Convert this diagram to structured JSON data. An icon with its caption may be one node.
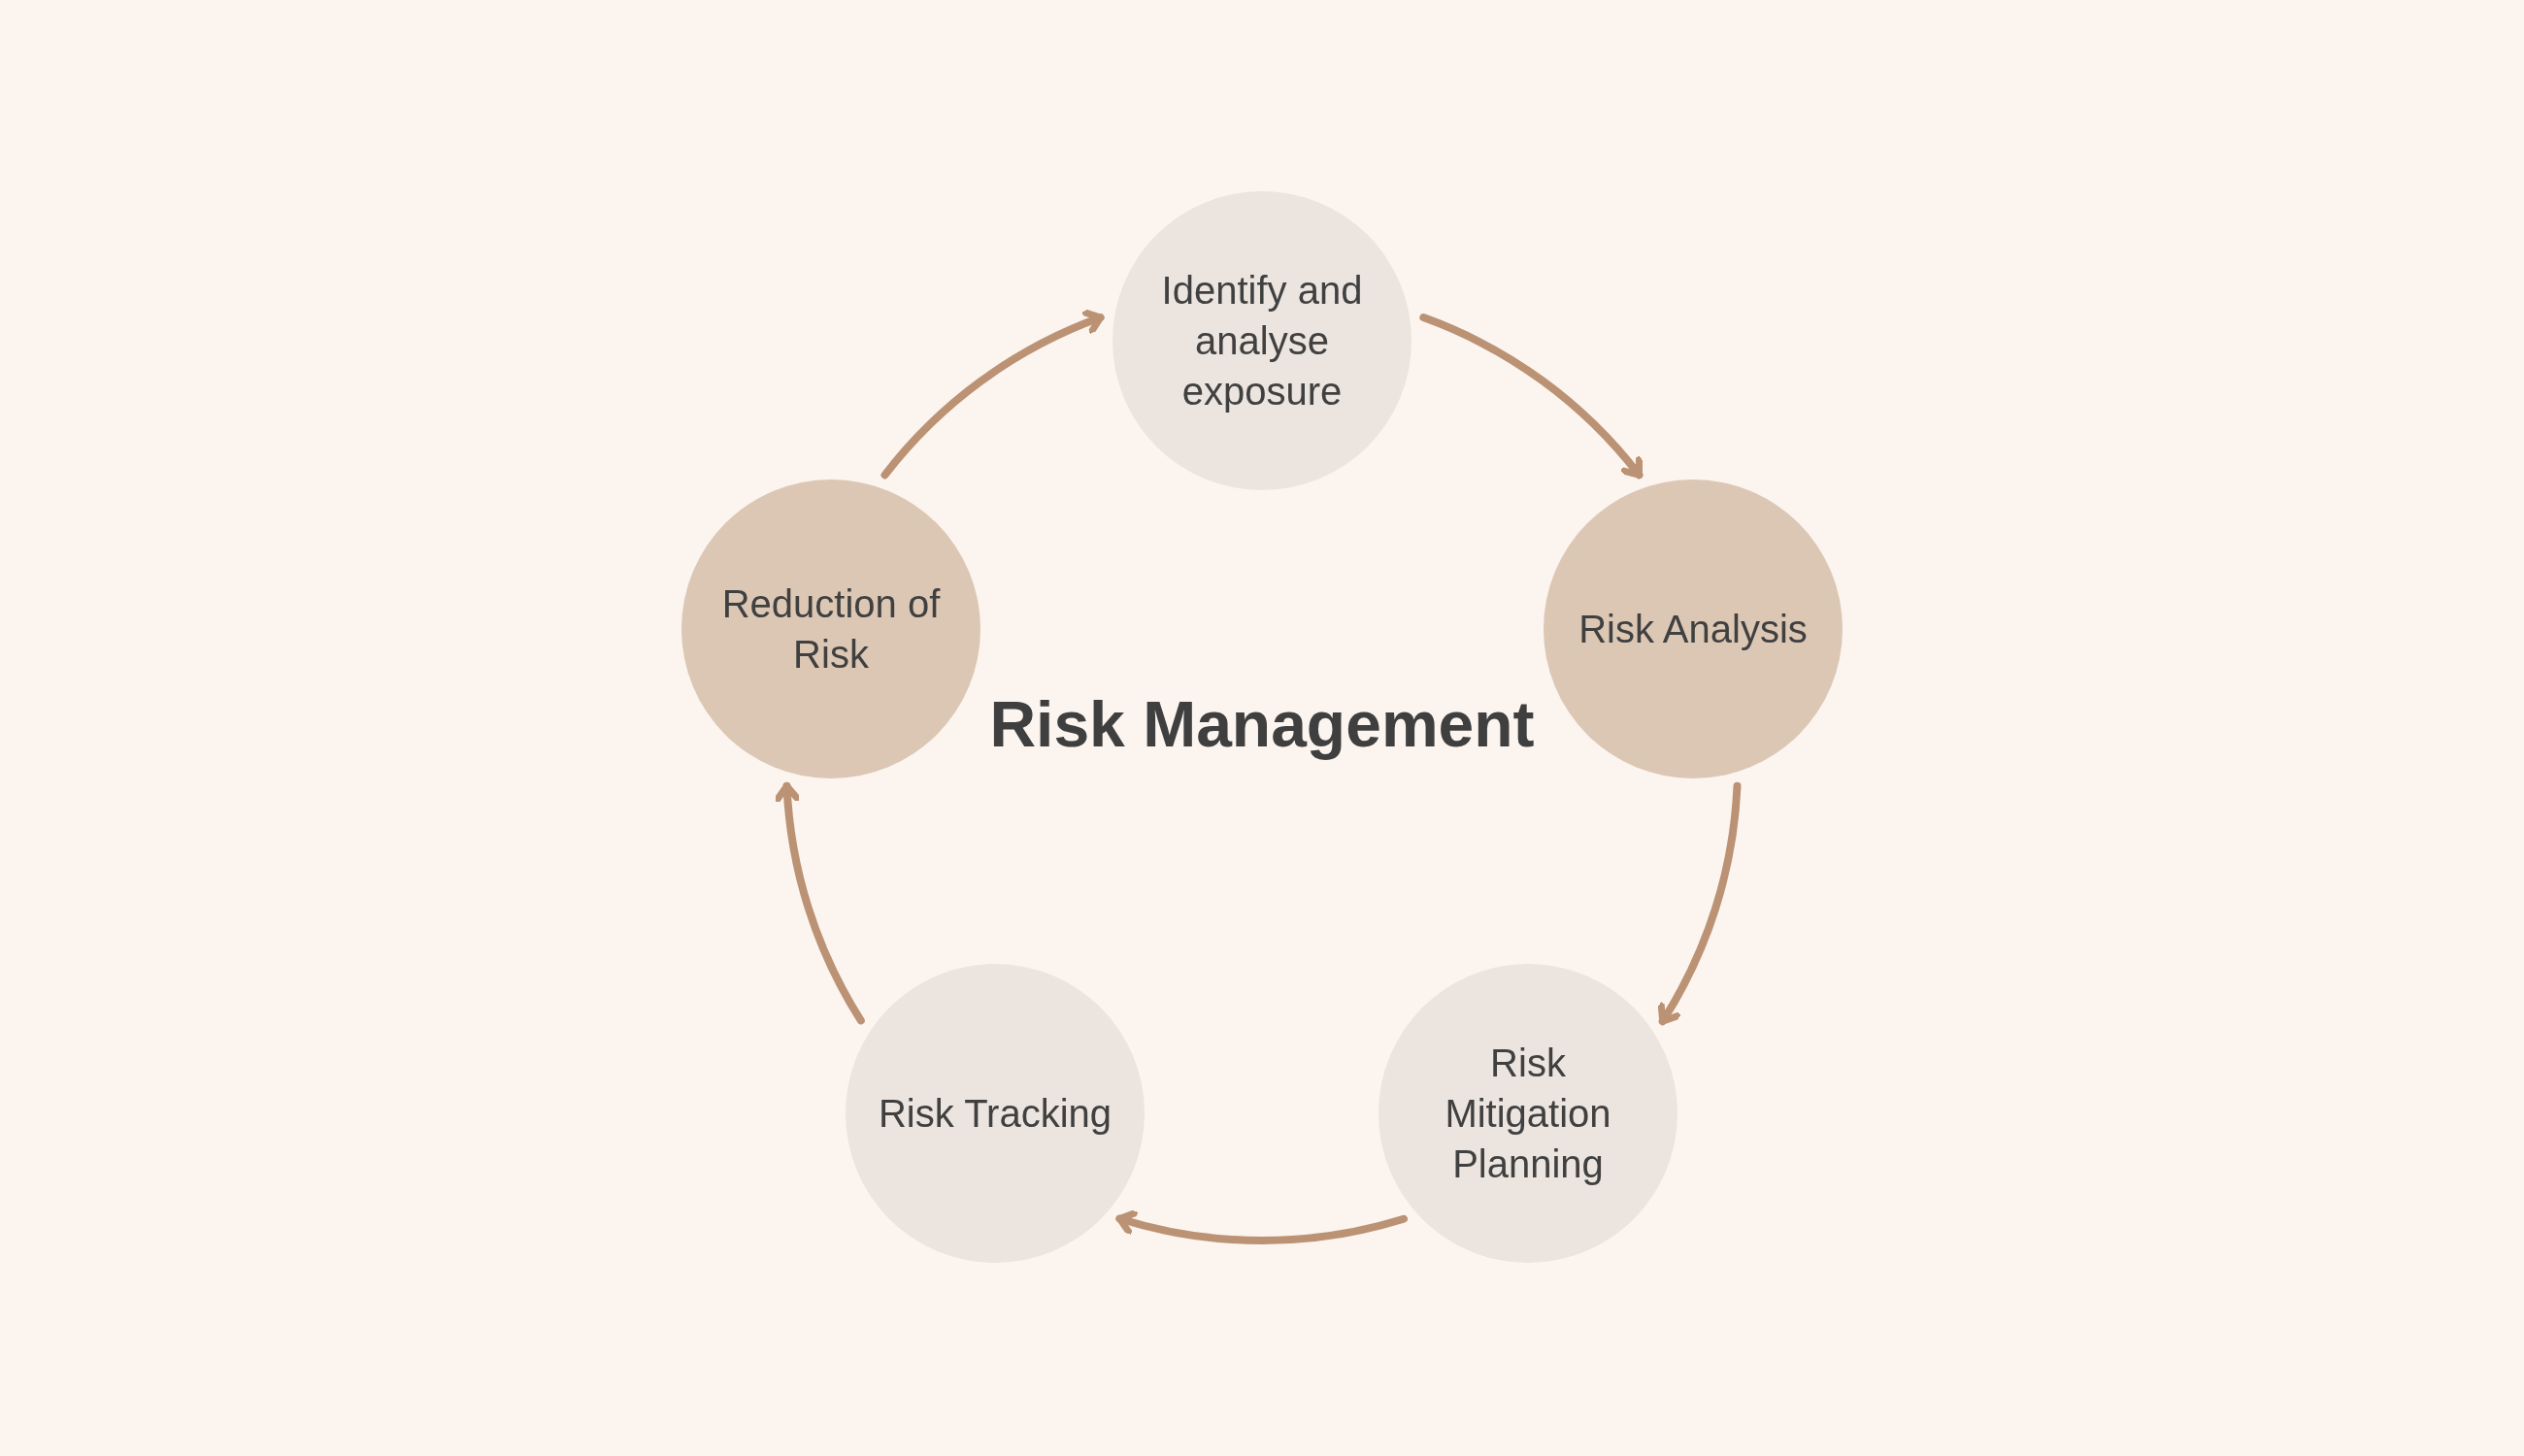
{
  "diagram": {
    "title": "Risk Management",
    "nodes": [
      {
        "text": [
          "Identify and analyse exposure"
        ]
      },
      {
        "text": [
          "Risk Analysis"
        ]
      },
      {
        "text": [
          "Risk Mitigation Planning"
        ]
      },
      {
        "text": [
          "Risk Tracking"
        ]
      },
      {
        "text": [
          "Reduction of Risk"
        ]
      }
    ],
    "edges": [
      {
        "from": 0,
        "to": 1,
        "arrow": "to"
      },
      {
        "from": 1,
        "to": 2,
        "arrow": "to"
      },
      {
        "from": 2,
        "to": 3,
        "arrow": "to"
      },
      {
        "from": 3,
        "to": 4,
        "arrow": "to"
      },
      {
        "from": 4,
        "to": 0,
        "arrow": "to"
      }
    ]
  }
}
